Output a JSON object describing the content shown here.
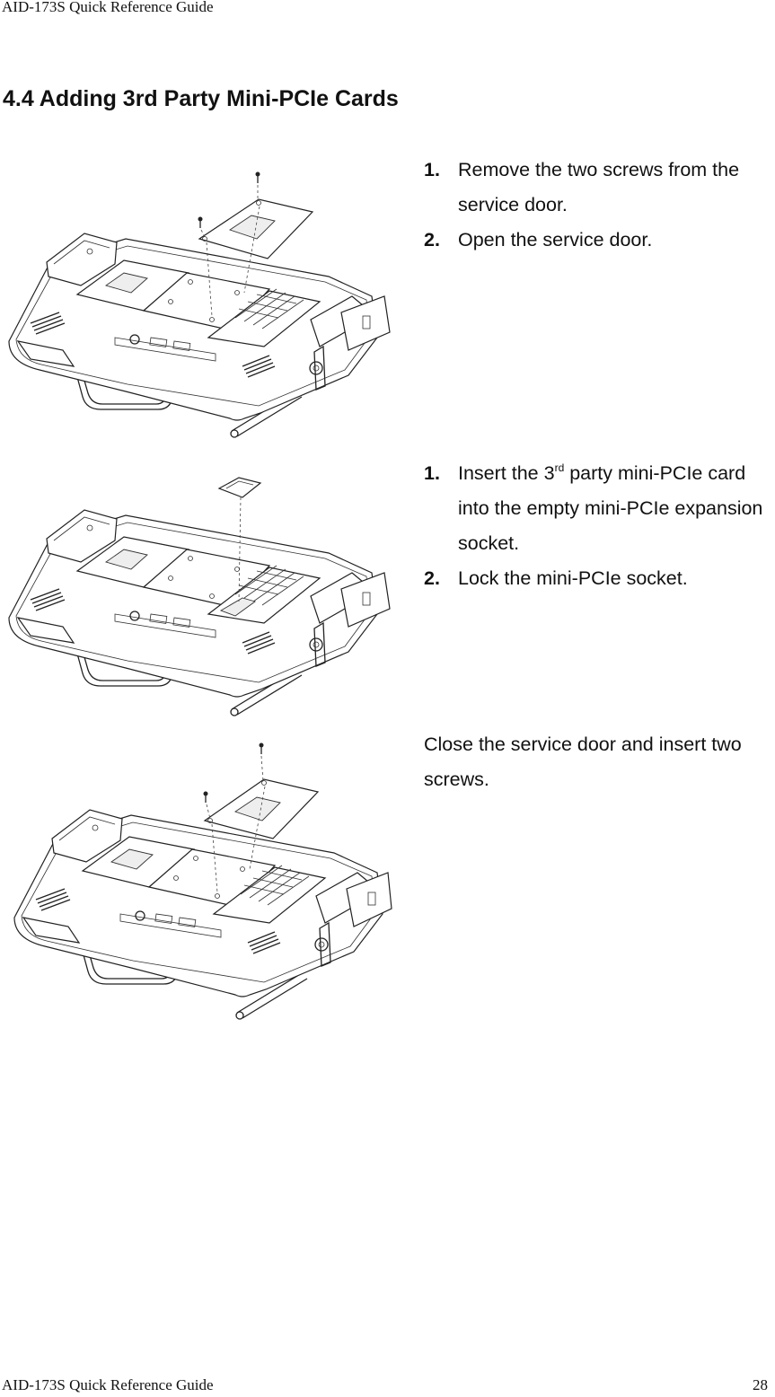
{
  "header": {
    "text": "AID-173S Quick Reference Guide"
  },
  "title": "4.4 Adding 3rd Party Mini-PCIe Cards",
  "sections": [
    {
      "steps": [
        {
          "num": "1.",
          "text": "Remove the two screws from the service door."
        },
        {
          "num": "2.",
          "text": "Open the service door."
        }
      ]
    },
    {
      "steps": [
        {
          "num": "1.",
          "pre": "Insert the 3",
          "sup": "rd",
          "post": " party mini-PCIe card into the empty mini-PCIe expansion socket."
        },
        {
          "num": "2.",
          "text": "Lock the mini-PCIe socket."
        }
      ]
    },
    {
      "note": "Close the service door and insert two screws."
    }
  ],
  "figures": [
    {
      "icon": "device-remove-door-illustration"
    },
    {
      "icon": "device-insert-card-illustration"
    },
    {
      "icon": "device-close-door-illustration"
    }
  ],
  "footer": {
    "text": "AID-173S Quick Reference Guide",
    "page": "28"
  }
}
